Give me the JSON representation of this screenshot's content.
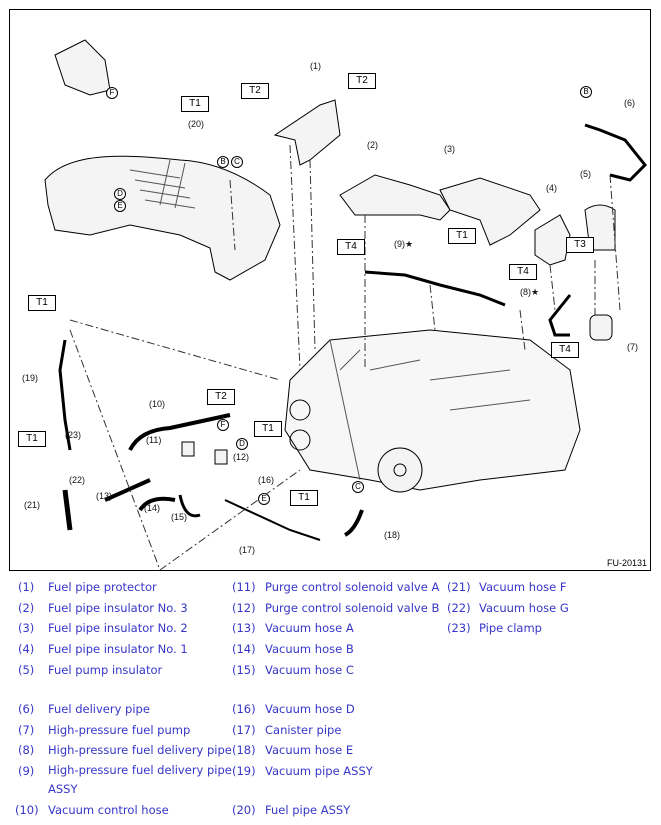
{
  "figure_id": "FU-20131",
  "callouts": {
    "parts": [
      "(1)",
      "(2)",
      "(3)",
      "(4)",
      "(5)",
      "(6)",
      "(7)",
      "(8)",
      "(9)",
      "(10)",
      "(11)",
      "(12)",
      "(13)",
      "(14)",
      "(15)",
      "(16)",
      "(17)",
      "(18)",
      "(19)",
      "(20)",
      "(21)",
      "(22)",
      "(23)"
    ],
    "torque": {
      "t1": "T1",
      "t2": "T2",
      "t3": "T3",
      "t4": "T4"
    },
    "connectors": {
      "b": "B",
      "c": "C",
      "d": "D",
      "e": "E",
      "f": "F"
    },
    "star": "★"
  },
  "legend": [
    {
      "num": "(1)",
      "text": "Fuel pipe protector"
    },
    {
      "num": "(2)",
      "text": "Fuel pipe insulator No. 3"
    },
    {
      "num": "(3)",
      "text": "Fuel pipe insulator No. 2"
    },
    {
      "num": "(4)",
      "text": "Fuel pipe insulator No. 1"
    },
    {
      "num": "(5)",
      "text": "Fuel pump insulator"
    },
    {
      "num": "(6)",
      "text": "Fuel delivery pipe"
    },
    {
      "num": "(7)",
      "text": "High-pressure fuel pump"
    },
    {
      "num": "(8)",
      "text": "High-pressure fuel delivery pipe"
    },
    {
      "num": "(9)",
      "text": "High-pressure fuel delivery pipe ASSY"
    },
    {
      "num": "(10)",
      "text": "Vacuum control hose"
    },
    {
      "num": "(11)",
      "text": "Purge control solenoid valve A"
    },
    {
      "num": "(12)",
      "text": "Purge control solenoid valve B"
    },
    {
      "num": "(13)",
      "text": "Vacuum hose A"
    },
    {
      "num": "(14)",
      "text": "Vacuum hose B"
    },
    {
      "num": "(15)",
      "text": "Vacuum hose C"
    },
    {
      "num": "(16)",
      "text": "Vacuum hose D"
    },
    {
      "num": "(17)",
      "text": "Canister pipe"
    },
    {
      "num": "(18)",
      "text": "Vacuum hose E"
    },
    {
      "num": "(19)",
      "text": "Vacuum pipe ASSY"
    },
    {
      "num": "(20)",
      "text": "Fuel pipe ASSY"
    },
    {
      "num": "(21)",
      "text": "Vacuum hose F"
    },
    {
      "num": "(22)",
      "text": "Vacuum hose G"
    },
    {
      "num": "(23)",
      "text": "Pipe clamp"
    }
  ]
}
